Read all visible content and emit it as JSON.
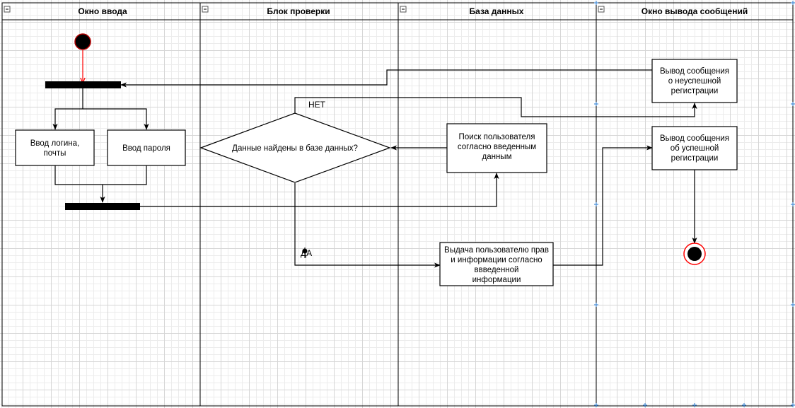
{
  "lanes": [
    {
      "id": "input",
      "title": "Окно ввода"
    },
    {
      "id": "check",
      "title": "Блок проверки"
    },
    {
      "id": "db",
      "title": "База данных"
    },
    {
      "id": "output",
      "title": "Окно вывода сообщений"
    }
  ],
  "nodes": {
    "login_box": {
      "lines": [
        "Ввод логина,",
        "почты"
      ]
    },
    "password_box": {
      "lines": [
        "Ввод пароля"
      ]
    },
    "decision": {
      "lines": [
        "Данные найдены в базе данных?"
      ]
    },
    "search_user": {
      "lines": [
        "Поиск пользователя",
        "согласно введенным",
        "данным"
      ]
    },
    "grant_access": {
      "lines": [
        "Выдача пользователю прав",
        "и информации согласно",
        "ввведенной",
        "информации"
      ]
    },
    "msg_fail": {
      "lines": [
        "Вывод сообщения",
        "о неуспешной",
        "регистрации"
      ]
    },
    "msg_success": {
      "lines": [
        "Вывод сообщения",
        "об успешной",
        "регистрации"
      ]
    }
  },
  "edge_labels": {
    "no": "НЕТ",
    "yes": "ДА"
  },
  "colors": {
    "start_fill": "#000000",
    "start_stroke": "#b20000",
    "start_arrow": "#ff0000",
    "line": "#000000",
    "selection": "#4a90d9"
  }
}
